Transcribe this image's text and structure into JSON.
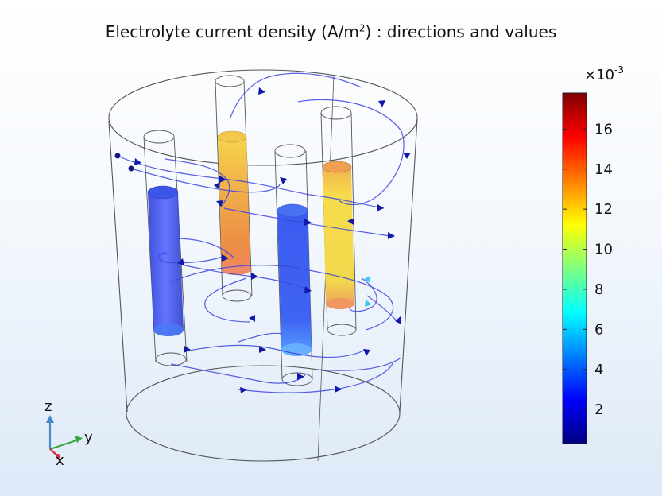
{
  "title": {
    "prefix": "Electrolyte current density (A/m",
    "sup": "2",
    "suffix": ") : directions and values"
  },
  "colorbar": {
    "multiplier": "×10",
    "exponent": "-3",
    "ticks": [
      "2",
      "4",
      "6",
      "8",
      "10",
      "12",
      "14",
      "16"
    ],
    "min": 0.3,
    "max": 17.8,
    "colormap": [
      "#00007f",
      "#0000ff",
      "#007fff",
      "#00ffff",
      "#7fff7f",
      "#ffff00",
      "#ff7f00",
      "#ff0000",
      "#7f0000"
    ]
  },
  "axes_triad": {
    "z": "z",
    "y": "y",
    "x": "x"
  },
  "colors": {
    "streamline": "#3b45e0",
    "arrow": "#1018a8",
    "outline": "#555555"
  }
}
